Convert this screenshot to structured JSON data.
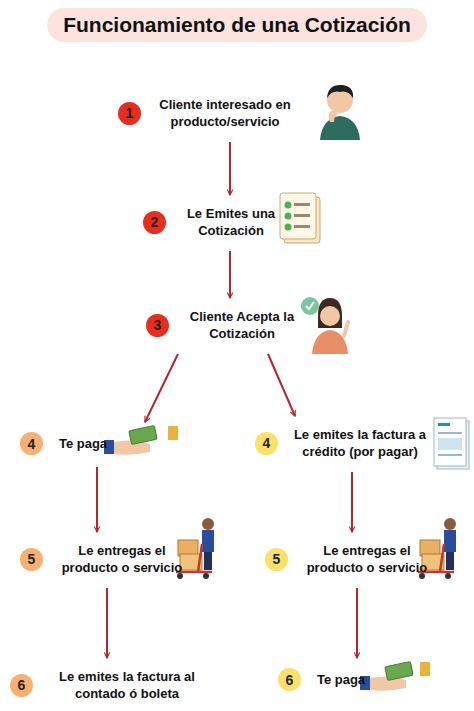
{
  "diagram": {
    "title": "Funcionamiento de una Cotización",
    "nodes": [
      {
        "text": [
          "1",
          "Cliente interesado en producto/servicio"
        ]
      },
      {
        "text": [
          "2",
          "Le Emites una Cotización"
        ]
      },
      {
        "text": [
          "3",
          "Cliente Acepta la Cotización"
        ]
      },
      {
        "text": [
          "4",
          "Te paga"
        ]
      },
      {
        "text": [
          "4",
          "Le emites la factura a crédito (por pagar)"
        ]
      },
      {
        "text": [
          "5",
          "Le entregas el producto o servicio"
        ]
      },
      {
        "text": [
          "5",
          "Le entregas el producto o servicio"
        ]
      },
      {
        "text": [
          "6",
          "Le emites la factura al contado ó boleta"
        ]
      },
      {
        "text": [
          "6",
          "Te paga"
        ]
      }
    ],
    "edges": [
      {
        "from": 0,
        "to": 1,
        "arrow": "to"
      },
      {
        "from": 1,
        "to": 2,
        "arrow": "to"
      },
      {
        "from": 2,
        "to": 3,
        "arrow": "to"
      },
      {
        "from": 2,
        "to": 4,
        "arrow": "to"
      },
      {
        "from": 3,
        "to": 5,
        "arrow": "to"
      },
      {
        "from": 5,
        "to": 7,
        "arrow": "to"
      },
      {
        "from": 4,
        "to": 6,
        "arrow": "to"
      },
      {
        "from": 6,
        "to": 8,
        "arrow": "to"
      }
    ]
  }
}
